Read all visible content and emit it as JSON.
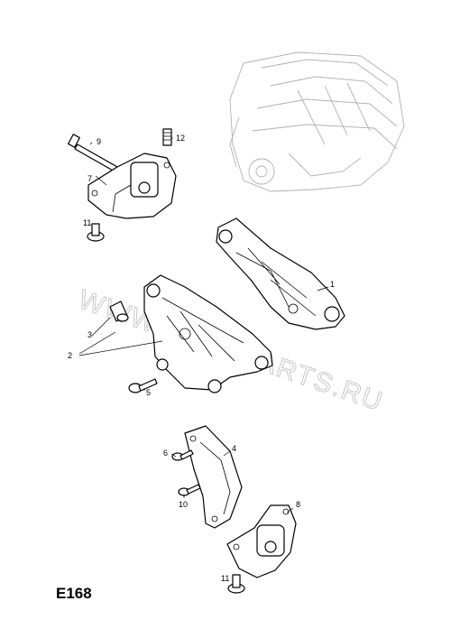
{
  "diagram": {
    "code": "E168",
    "watermark": "WWW.AUTOPARTS.RU",
    "callouts": [
      "1",
      "2",
      "3",
      "4",
      "5",
      "6",
      "7",
      "8",
      "9",
      "10",
      "11",
      "11",
      "12"
    ]
  }
}
